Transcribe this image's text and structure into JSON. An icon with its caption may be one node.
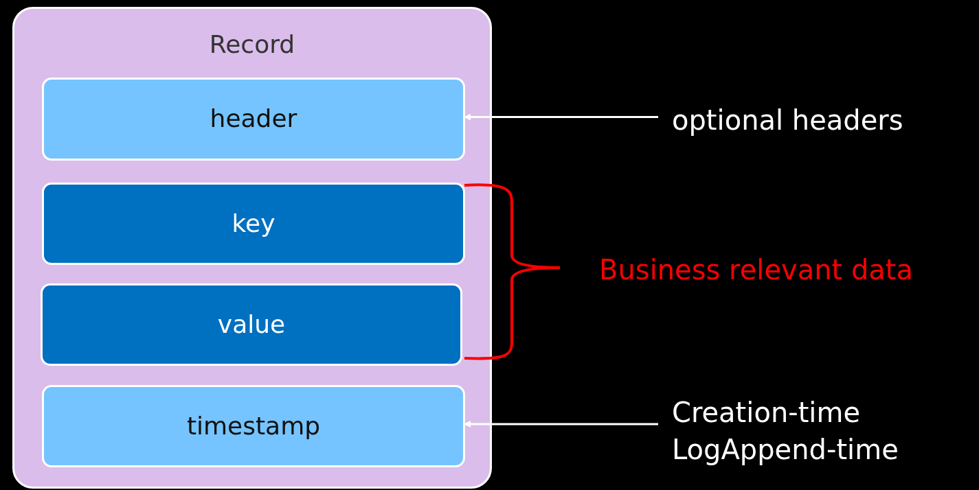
{
  "diagram": {
    "nodes": [
      {
        "text": [
          "Record"
        ]
      },
      {
        "text": [
          "header"
        ],
        "in": 0
      },
      {
        "text": [
          "key"
        ],
        "in": 0
      },
      {
        "text": [
          "value"
        ],
        "in": 0
      },
      {
        "text": [
          "timestamp"
        ],
        "in": 0
      },
      {
        "text": [
          "optional headers"
        ]
      },
      {
        "text": [
          "Creation-time",
          "LogAppend-time"
        ]
      }
    ],
    "edges": [
      {
        "from": 5,
        "to": 1,
        "arrow": "to"
      },
      {
        "from": 6,
        "to": 4,
        "arrow": "to"
      }
    ],
    "labels": [
      "Business relevant data"
    ]
  }
}
